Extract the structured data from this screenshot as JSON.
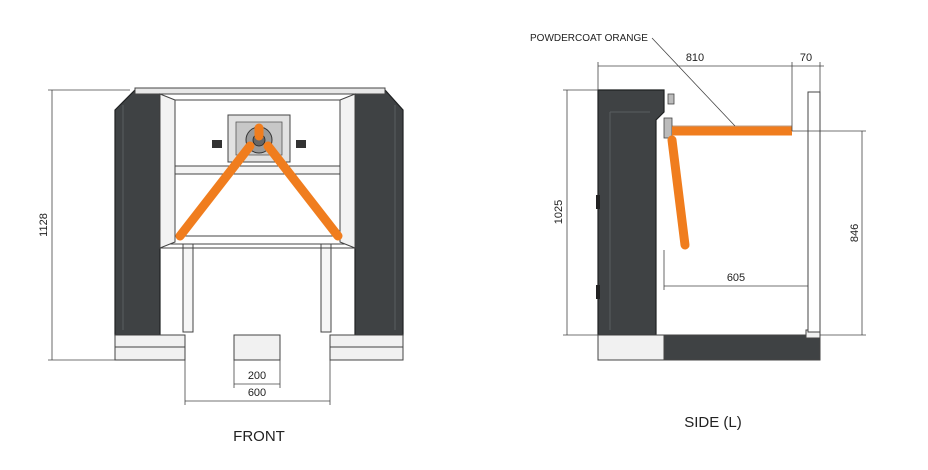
{
  "views": {
    "front": {
      "caption": "FRONT"
    },
    "side": {
      "caption": "SIDE (L)"
    }
  },
  "dimensions": {
    "front_height": "1128",
    "front_inner": "200",
    "front_width": "600",
    "side_depth": "810",
    "side_offset": "70",
    "side_height": "1025",
    "side_arm_height": "846",
    "side_passage": "605"
  },
  "notes": {
    "finish": "POWDERCOAT ORANGE"
  },
  "colors": {
    "cabinet": "#3f4244",
    "cabinet_edge": "#1f2122",
    "arm": "#f07d1e",
    "base": "#f1f1f1",
    "line": "#444444"
  }
}
